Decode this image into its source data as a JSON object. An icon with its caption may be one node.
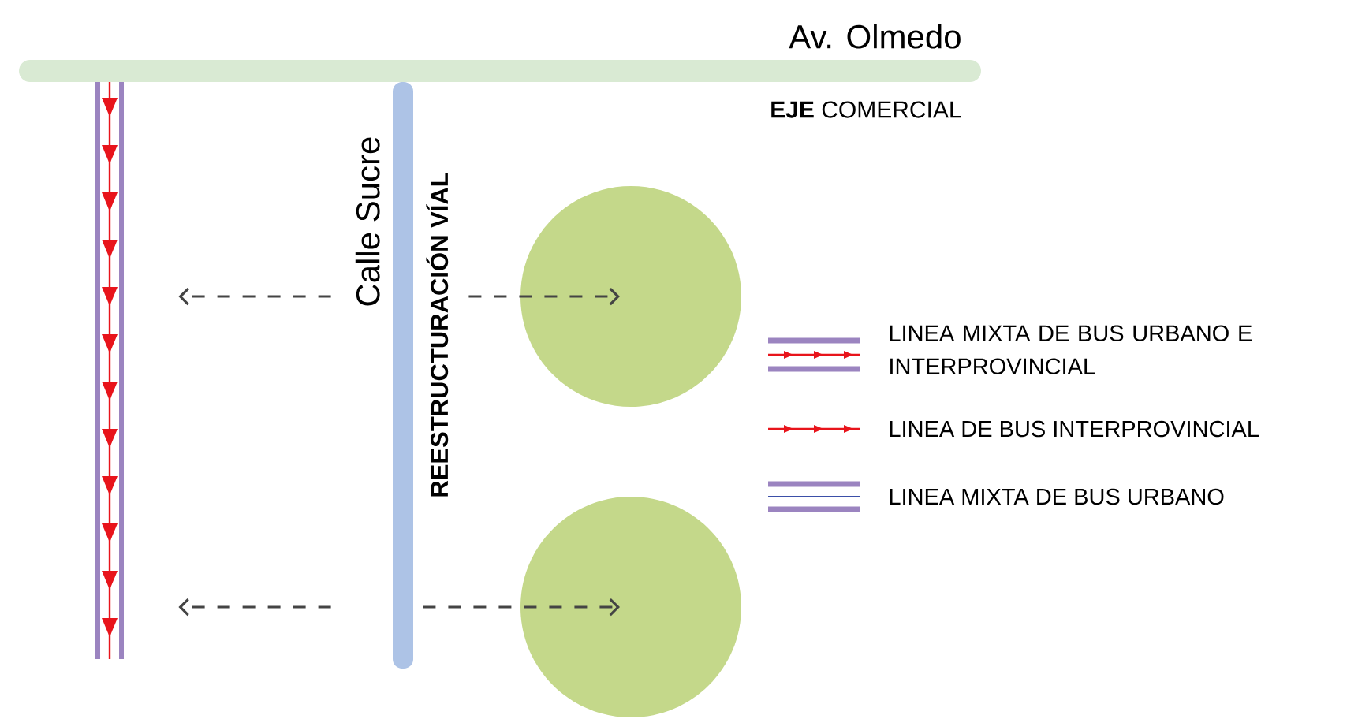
{
  "diagram": {
    "nodes": [
      {
        "text": [
          "Av. Olmedo"
        ],
        "beside": [
          "**EJE** COMERCIAL"
        ]
      },
      {
        "text": [
          "Calle Sucre"
        ],
        "beside": [
          "REESTRUCTURACIÓN VÍAL"
        ]
      },
      {
        "text": [],
        "shape": "bar"
      },
      {
        "text": [],
        "shape": "circle"
      },
      {
        "text": [],
        "shape": "circle"
      }
    ],
    "edges": [
      {
        "from": 1,
        "to": 2,
        "arrow": "to",
        "style": "dashed"
      },
      {
        "from": 1,
        "to": 3,
        "arrow": "to",
        "style": "dashed"
      },
      {
        "from": 1,
        "to": 2,
        "arrow": "to",
        "style": "dashed"
      },
      {
        "from": 1,
        "to": 4,
        "arrow": "to",
        "style": "dashed"
      }
    ],
    "legend": [
      {
        "text": "LINEA MIXTA DE BUS URBANO E INTERPROVINCIAL"
      },
      {
        "text": "LINEA DE BUS INTERPROVINCIAL"
      },
      {
        "text": "LINEA MIXTA DE BUS URBANO"
      }
    ]
  }
}
